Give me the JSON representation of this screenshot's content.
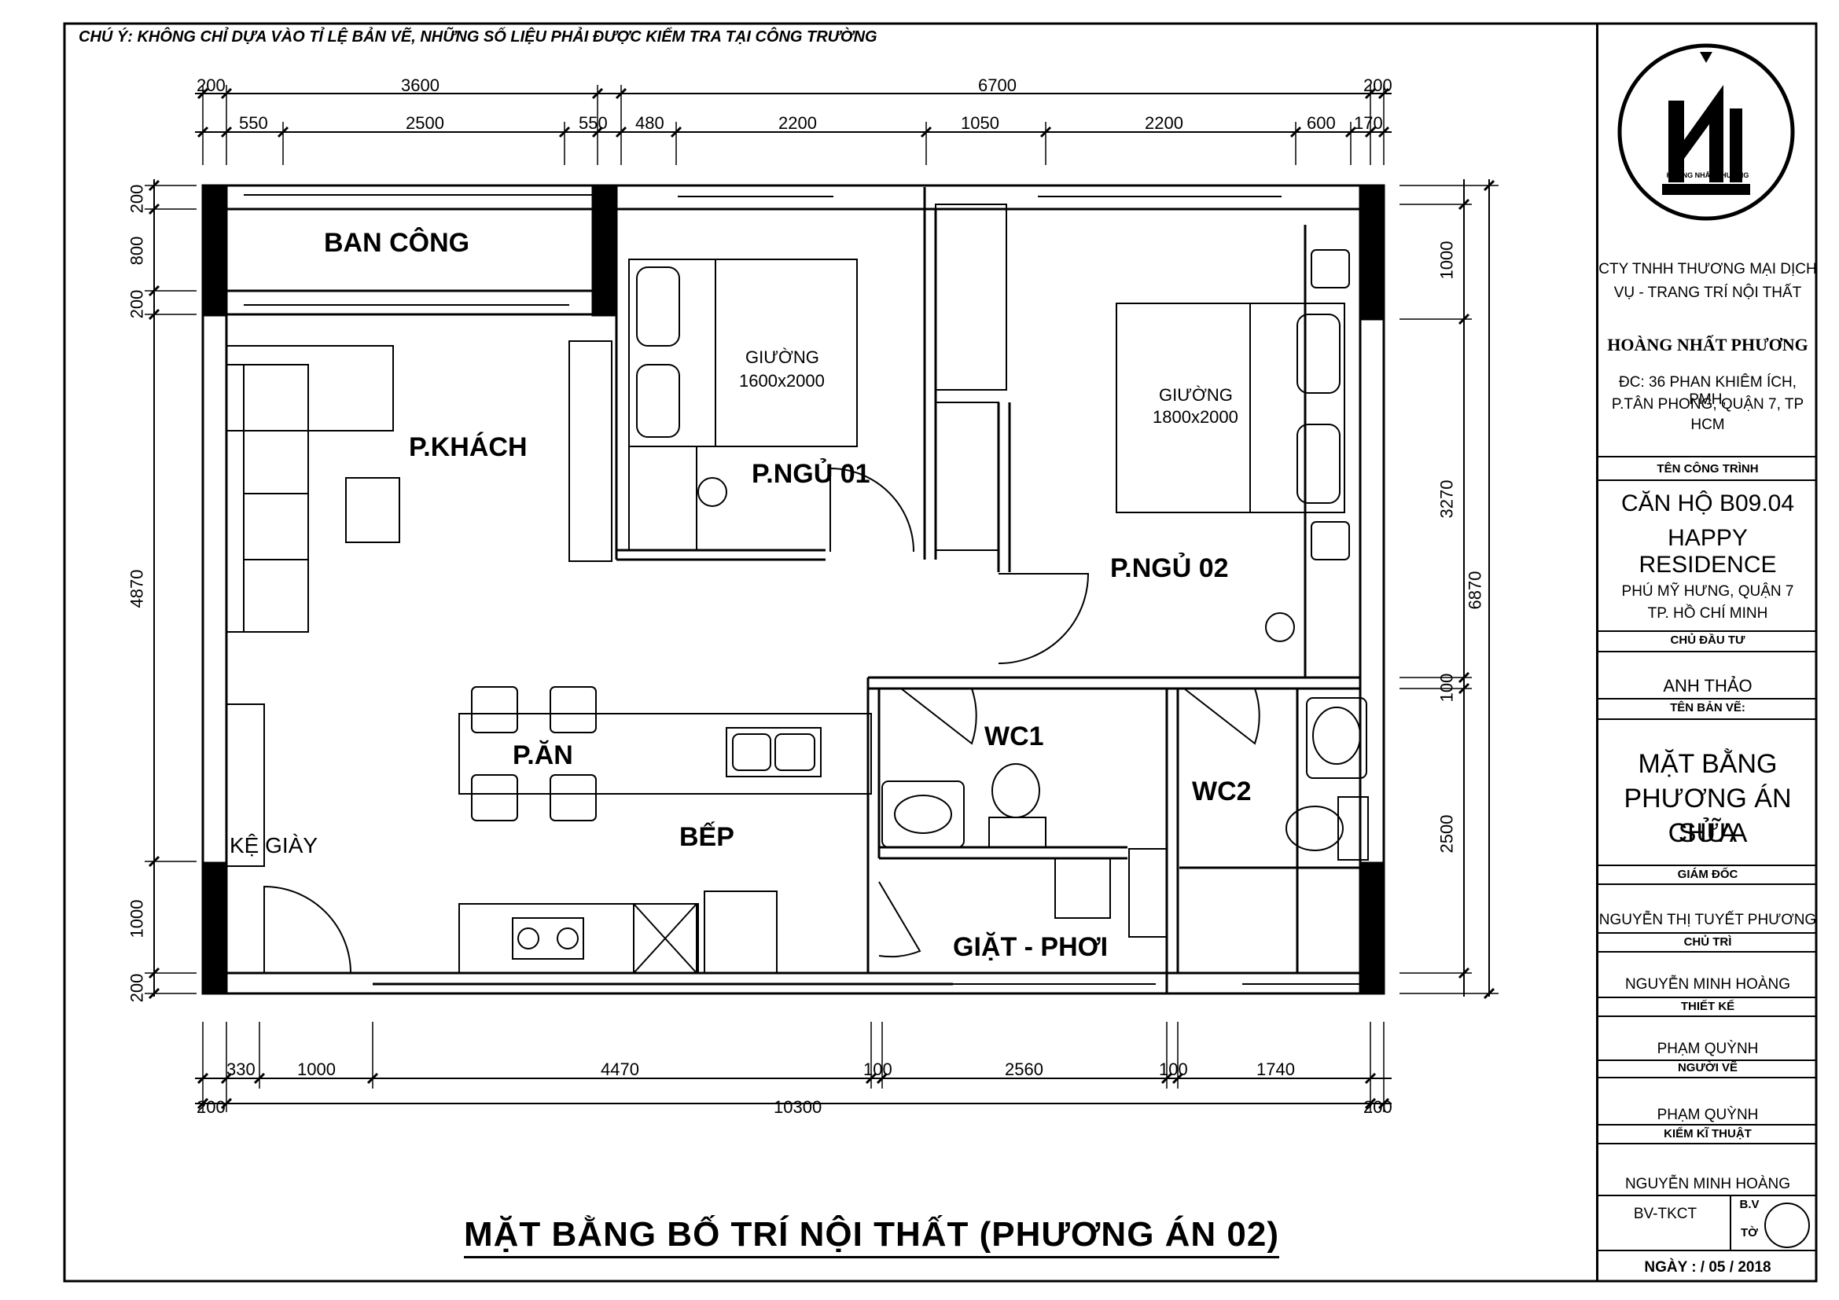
{
  "note": "CHÚ Ý: KHÔNG CHỈ DỰA VÀO TỈ LỆ BẢN VẼ, NHỮNG SỐ LIỆU PHẢI ĐƯỢC KIỂM TRA TẠI CÔNG TRƯỜNG",
  "drawing_title": "MẶT BẰNG BỐ TRÍ NỘI THẤT (PHƯƠNG ÁN 02)",
  "rooms": {
    "ban_cong": "BAN CÔNG",
    "p_khach": "P.KHÁCH",
    "p_ngu_01": "P.NGỦ 01",
    "p_ngu_02": "P.NGỦ 02",
    "p_an": "P.ĂN",
    "bep": "BẾP",
    "wc1": "WC1",
    "wc2": "WC2",
    "giat_phoi": "GIẶT - PHƠI",
    "ke_giay": "KỆ GIÀY"
  },
  "furniture": {
    "bed1_label": "GIƯỜNG",
    "bed1_size": "1600x2000",
    "bed2_label": "GIƯỜNG",
    "bed2_size": "1800x2000"
  },
  "dims_top_row1": [
    "200",
    "3600",
    "6700",
    "200"
  ],
  "dims_top_row2": [
    "550",
    "2500",
    "550",
    "480",
    "2200",
    "1050",
    "2200",
    "600",
    "170"
  ],
  "dims_bottom_row1": [
    "330",
    "1000",
    "4470",
    "100",
    "2560",
    "100",
    "1740"
  ],
  "dims_bottom_row2": [
    "200",
    "10300",
    "200"
  ],
  "dims_left": [
    "200",
    "800",
    "200",
    "4870",
    "1000",
    "200"
  ],
  "dims_right_row1": [
    "1000",
    "3270",
    "100",
    "2500"
  ],
  "dims_right_row2": "6870",
  "title_block": {
    "logo_caption": "HOÀNG NHẤT PHƯƠNG",
    "company_line1": "CTY TNHH THƯƠNG MẠI DỊCH",
    "company_line2": "VỤ - TRANG TRÍ NỘI THẤT",
    "company_name": "HOÀNG NHẤT PHƯƠNG",
    "address_line1": "ĐC: 36 PHAN KHIÊM ÍCH, PMH,",
    "address_line2": "P.TÂN PHONG, QUẬN 7, TP",
    "address_line3": "HCM",
    "project_label": "TÊN CÔNG TRÌNH",
    "project_line1": "CĂN HỘ B09.04",
    "project_line2": "HAPPY RESIDENCE",
    "location_line1": "PHÚ MỸ HƯNG, QUẬN 7",
    "location_line2": "TP. HỒ CHÍ MINH",
    "investor_label": "CHỦ ĐẦU TƯ",
    "investor": "ANH THẢO",
    "drawing_label": "TÊN BẢN VẼ:",
    "drawing_line1": "MẶT BẰNG",
    "drawing_line2": "PHƯƠNG ÁN SỬA",
    "drawing_line3": "CHỮA",
    "director_label": "GIÁM ĐỐC",
    "director": "NGUYỄN THỊ TUYẾT PHƯƠNG",
    "lead_label": "CHỦ TRÌ",
    "lead": "NGUYỄN MINH HOÀNG",
    "design_label": "THIẾT KẾ",
    "designer": "PHẠM QUỲNH",
    "drafter_label": "NGƯỜI VẼ",
    "drafter": "PHẠM QUỲNH",
    "checker_label": "KIỂM KĨ THUẬT",
    "checker": "NGUYỄN MINH HOÀNG",
    "code": "BV-TKCT",
    "bv_label": "B.V",
    "to_label": "TỜ",
    "date": "NGÀY :    / 05 / 2018"
  }
}
